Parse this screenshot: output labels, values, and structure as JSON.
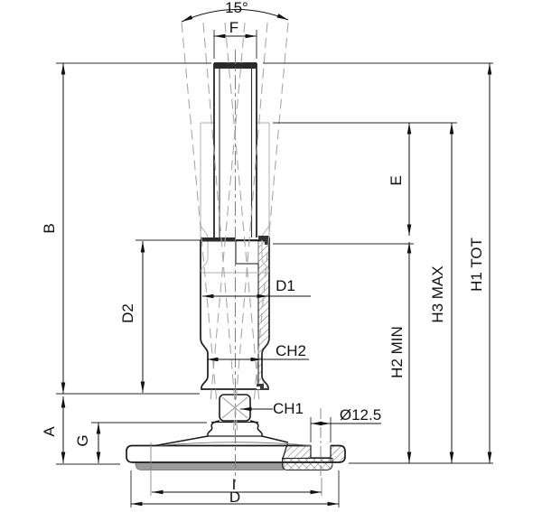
{
  "drawing": {
    "title": "leveling-foot-dimension-drawing",
    "labels": {
      "tilt_angle": "15°",
      "f": "F",
      "b": "B",
      "d2": "D2",
      "d1": "D1",
      "ch2": "CH2",
      "ch1": "CH1",
      "e": "E",
      "h2_min": "H2 MIN",
      "h3_max": "H3 MAX",
      "h1_tot": "H1 TOT",
      "a": "A",
      "g": "G",
      "hole_diameter": "Ø12.5",
      "i": "I",
      "d": "D"
    },
    "colors": {
      "background": "#ffffff",
      "outline": "#1a1a1a",
      "dimension": "#111111",
      "extension": "#2a2a2a",
      "ghost": "#bfbfbf",
      "phantom": "#a8a8a8",
      "centerline": "#808080",
      "text": "#111111",
      "pad_gray": "#9b9b9b",
      "hatch": "#4a4a4a"
    }
  }
}
